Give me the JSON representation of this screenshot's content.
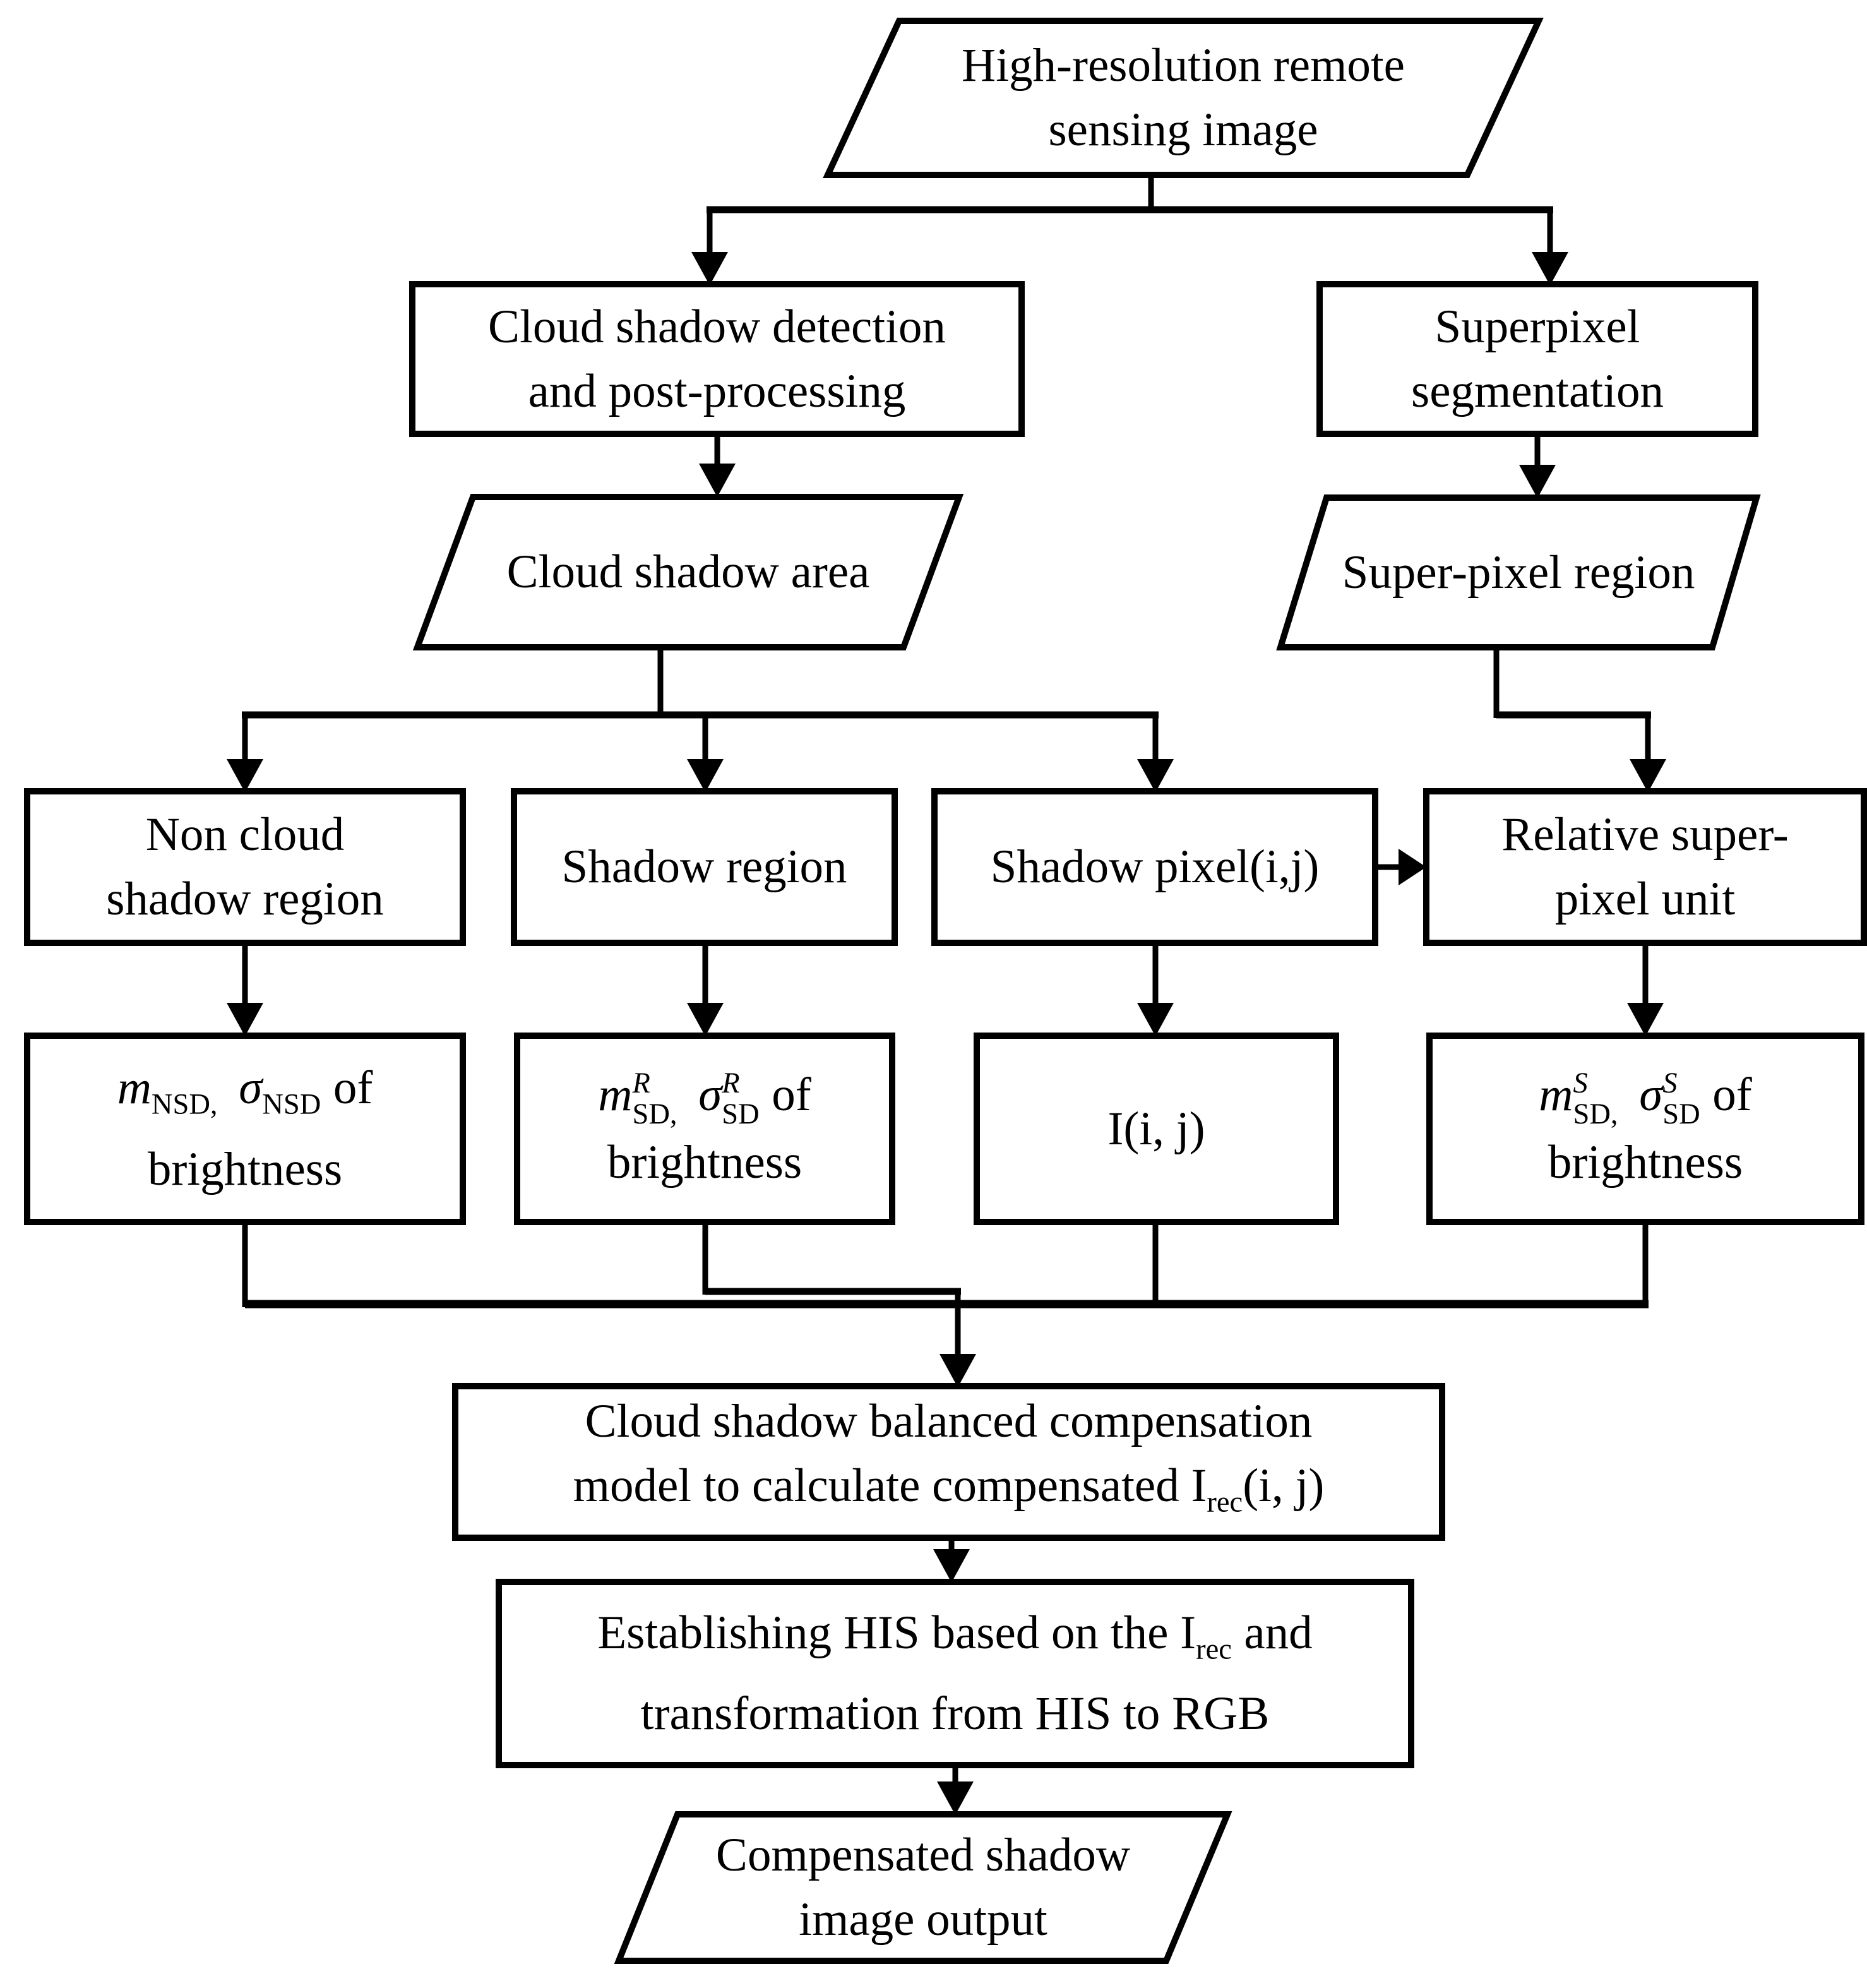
{
  "nodes": {
    "input": {
      "line1": "High-resolution remote",
      "line2": "sensing image"
    },
    "cloud_shadow_detection": {
      "line1": "Cloud shadow detection",
      "line2": "and post-processing"
    },
    "superpixel_segmentation": {
      "line1": "Superpixel",
      "line2": "segmentation"
    },
    "cloud_shadow_area": {
      "line1": "Cloud shadow area"
    },
    "super_pixel_region": {
      "line1": "Super-pixel region"
    },
    "non_cloud_shadow_region": {
      "line1": "Non cloud",
      "line2": "shadow region"
    },
    "shadow_region": {
      "line1": "Shadow region"
    },
    "shadow_pixel": {
      "line1": "Shadow pixel(i,j)"
    },
    "relative_super_pixel_unit": {
      "line1": "Relative super-",
      "line2": "pixel unit"
    },
    "nsd_stats": {
      "var1": "m",
      "var1_sub": "NSD,",
      "var2": "σ",
      "var2_sub": "NSD",
      "tail": "of",
      "line2": "brightness"
    },
    "rsd_stats": {
      "var1": "m",
      "var1_sup": "R",
      "var1_sub": "SD,",
      "var2": "σ",
      "var2_sup": "R",
      "var2_sub": "SD",
      "tail": "of",
      "line2": "brightness"
    },
    "shadow_pixel_intensity": {
      "line1": "I(i, j)"
    },
    "ssd_stats": {
      "var1": "m",
      "var1_sup": "S",
      "var1_sub": "SD,",
      "var2": "σ",
      "var2_sup": "S",
      "var2_sub": "SD",
      "tail": "of",
      "line2": "brightness"
    },
    "compensation_model": {
      "line1": "Cloud shadow balanced compensation",
      "line2_prefix": "model to calculate compensated I",
      "line2_sub": "rec",
      "line2_suffix": "(i, j)"
    },
    "his_transform": {
      "line1_prefix": "Establishing HIS based on the I",
      "line1_sub": "rec",
      "line1_suffix": "and",
      "line2": "transformation from HIS to RGB"
    },
    "output": {
      "line1": "Compensated shadow",
      "line2": "image output"
    }
  },
  "colors": {
    "line": "#000000",
    "fill": "#ffffff"
  }
}
